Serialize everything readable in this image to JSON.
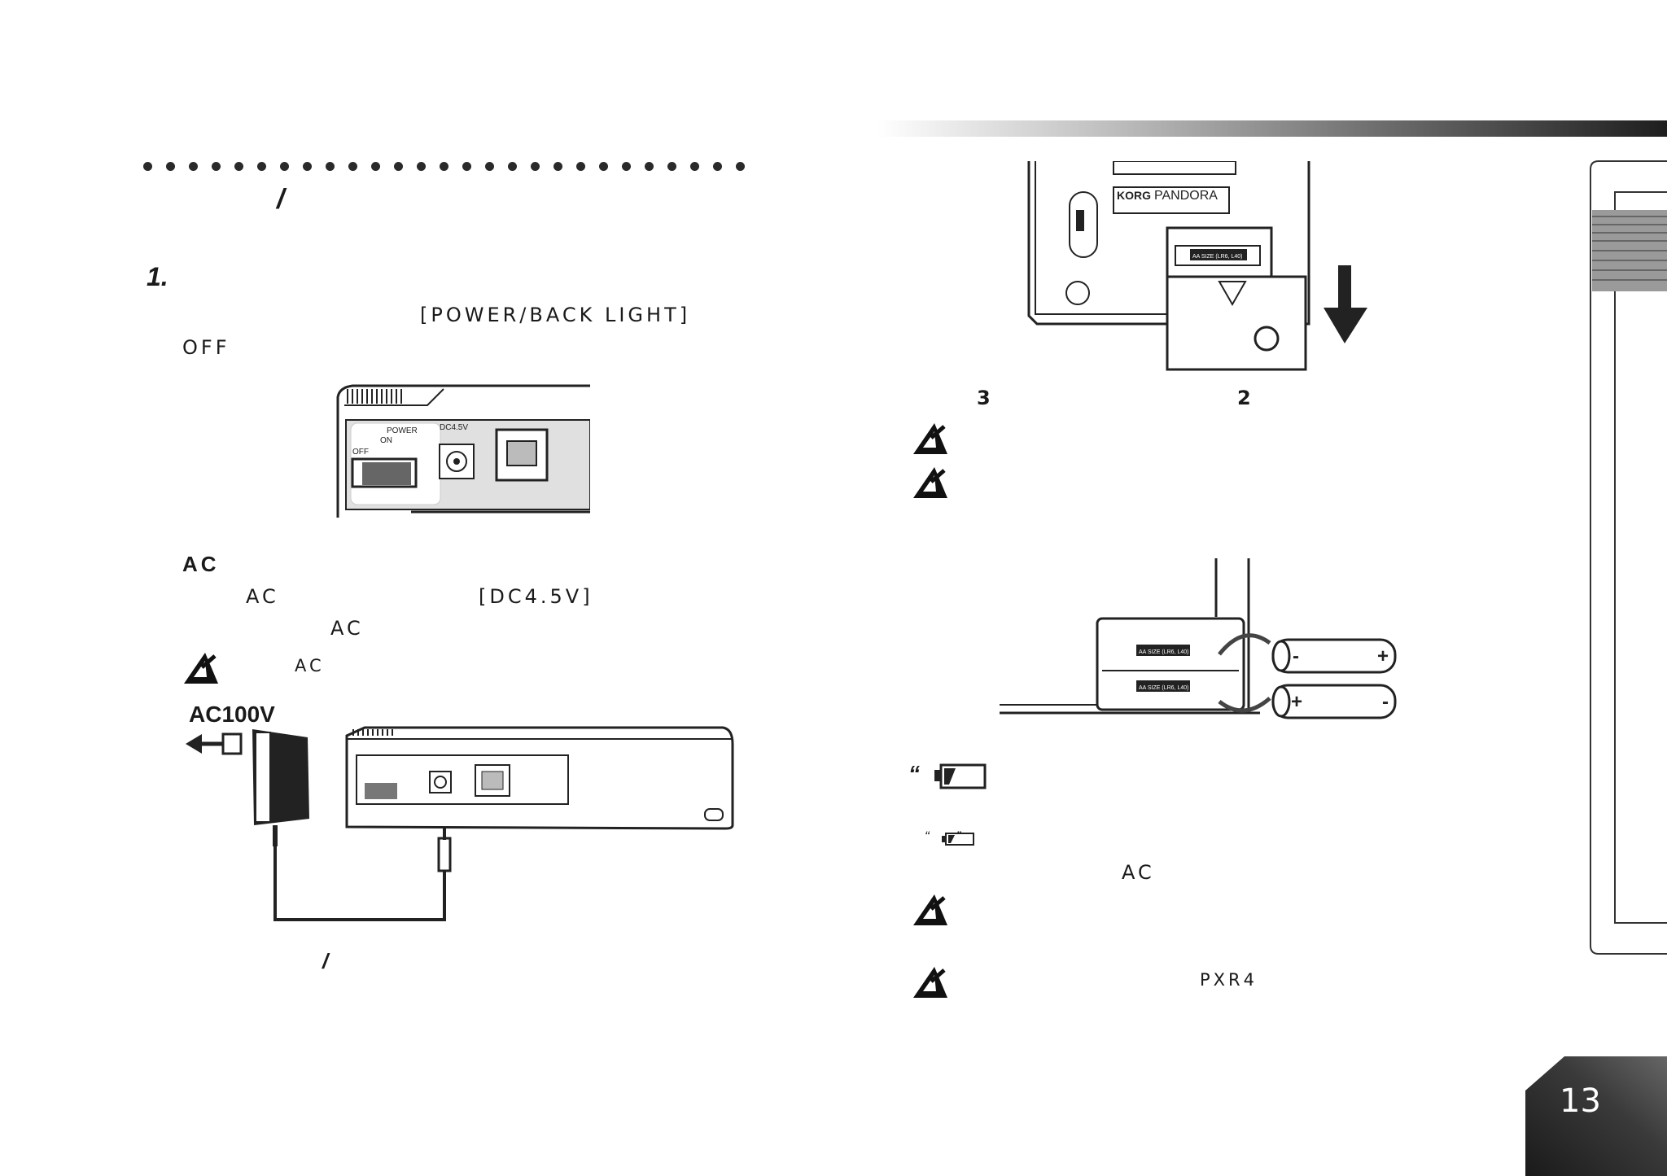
{
  "left": {
    "slash1": "/",
    "step_number": "1.",
    "power_switch_label": "[POWER/BACK LIGHT]",
    "off_text": "OFF",
    "ac_heading": "AC",
    "ac_text1": "AC",
    "dc_label": "[DC4.5V]",
    "ac_text2": "AC",
    "note_ac": "AC",
    "ac100v": "AC100V",
    "slash2": "/",
    "panel_labels": {
      "power": "POWER",
      "on": "ON",
      "off": "OFF",
      "dc": "DC4.5V"
    }
  },
  "right": {
    "label_3": "3",
    "label_2": "2",
    "korg_logo": "KORG",
    "pandora_label": "PANDORA",
    "battery_label": "AA SIZE (LR6, L40)",
    "battery_minus": "-",
    "battery_plus": "+",
    "quote_battery": "“       ”:",
    "quote_battery_small": "“       ”",
    "ac_text3": "AC",
    "pxr4": "PXR4"
  },
  "page_number": "13"
}
